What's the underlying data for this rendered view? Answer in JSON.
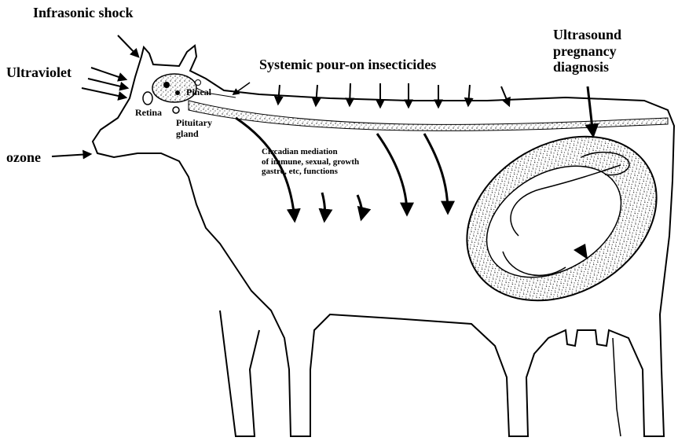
{
  "labels": {
    "infrasonic": "Infrasonic shock",
    "ultraviolet": "Ultraviolet",
    "ozone": "ozone",
    "systemic": "Systemic pour-on insecticides",
    "ultrasound": "Ultrasound\npregnancy\ndiagnosis",
    "pineal": "Pineal",
    "retina": "Retina",
    "pituitary": "Pituitary\ngland",
    "circadian": "Circadian mediation\nof immune, sexual, growth\ngastro, etc, functions"
  },
  "colors": {
    "ink": "#000000",
    "paper": "#ffffff",
    "stipple": "#3a3a3a"
  }
}
